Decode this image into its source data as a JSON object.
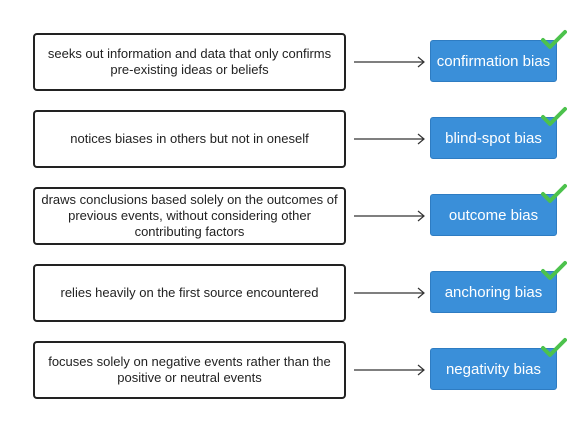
{
  "matches": [
    {
      "description": "seeks out information and data that only confirms pre-existing ideas or beliefs",
      "answer": "confirmation bias",
      "status_icon": "check-icon"
    },
    {
      "description": "notices biases in others but not in oneself",
      "answer": "blind-spot bias",
      "status_icon": "check-icon"
    },
    {
      "description": "draws conclusions based solely on the outcomes of previous events, without considering other contributing factors",
      "answer": "outcome bias",
      "status_icon": "check-icon"
    },
    {
      "description": "relies heavily on the first source encountered",
      "answer": "anchoring bias",
      "status_icon": "check-icon"
    },
    {
      "description": "focuses solely on negative events rather than the positive or neutral events",
      "answer": "negativity bias",
      "status_icon": "check-icon"
    }
  ],
  "colors": {
    "answer_bg": "#3a8fd9",
    "check": "#4cc24c",
    "border": "#222222"
  }
}
